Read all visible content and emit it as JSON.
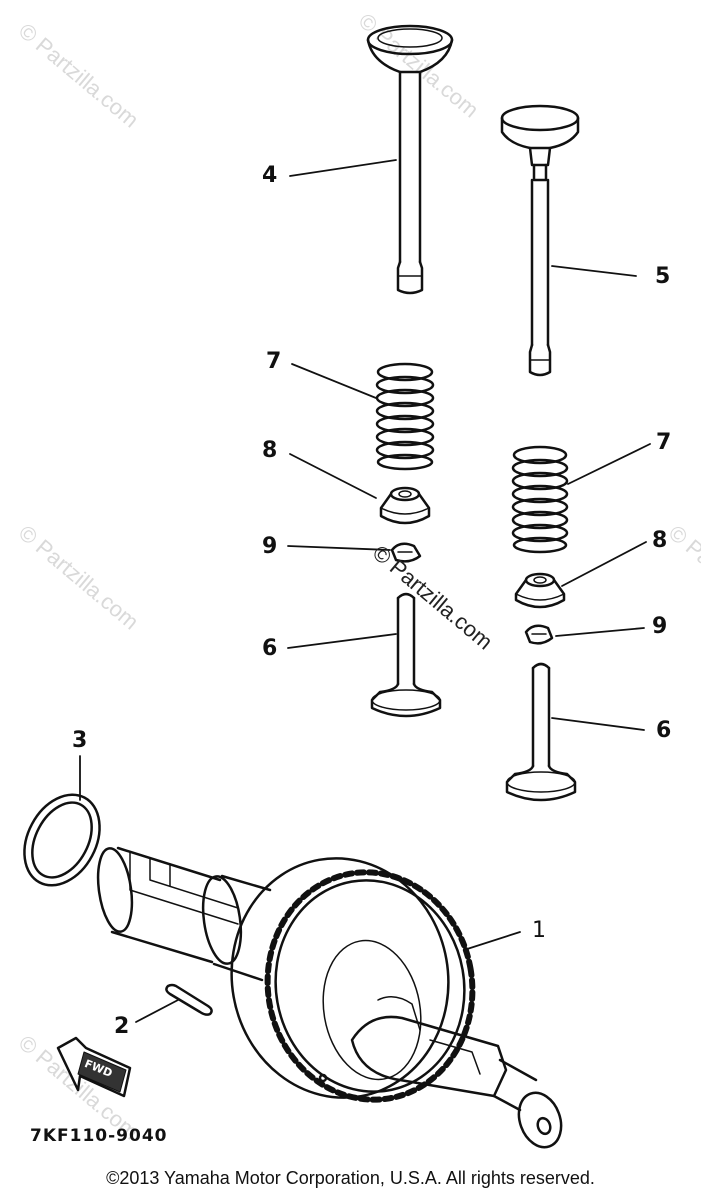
{
  "watermark": "© Partzilla.com",
  "center_watermark": "© Partzilla.com",
  "parts": [
    {
      "id": "1"
    },
    {
      "id": "2"
    },
    {
      "id": "3"
    },
    {
      "id": "4"
    },
    {
      "id": "5"
    },
    {
      "id": "6"
    },
    {
      "id": "7"
    },
    {
      "id": "8"
    },
    {
      "id": "9"
    }
  ],
  "labels": {
    "p1": "1",
    "p2": "2",
    "p3": "3",
    "p4": "4",
    "p5": "5",
    "p6a": "6",
    "p6b": "6",
    "p7a": "7",
    "p7b": "7",
    "p8a": "8",
    "p8b": "8",
    "p9a": "9",
    "p9b": "9"
  },
  "fwd_label": "FWD",
  "diagram_code": "7KF110-9040",
  "copyright": "©2013 Yamaha Motor Corporation, U.S.A. All rights reserved."
}
